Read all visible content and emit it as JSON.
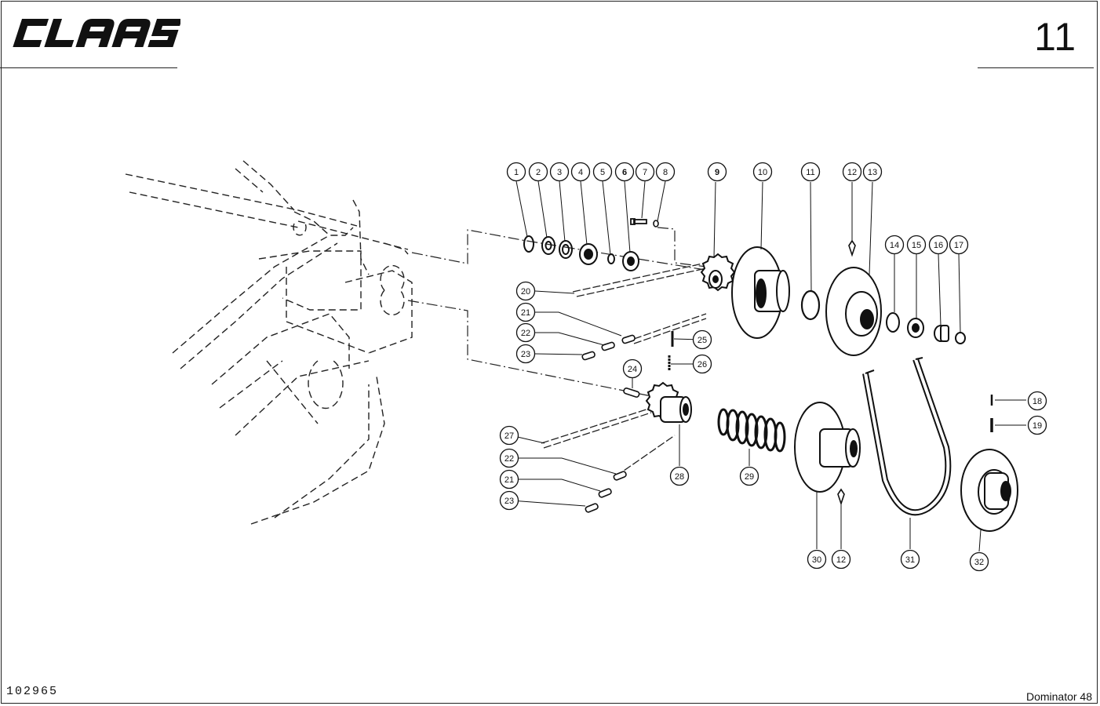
{
  "header": {
    "brand": "CLAAS",
    "page_number": "11"
  },
  "footer": {
    "drawing_number": "102965",
    "model": "Dominator 48"
  },
  "callouts": {
    "c1": "1",
    "c2": "2",
    "c3": "3",
    "c4": "4",
    "c5": "5",
    "c6": "6",
    "c7": "7",
    "c8": "8",
    "c9": "9",
    "c10": "10",
    "c11": "11",
    "c12a": "12",
    "c13": "13",
    "c14": "14",
    "c15": "15",
    "c16": "16",
    "c17": "17",
    "c18": "18",
    "c19": "19",
    "c20": "20",
    "c21a": "21",
    "c22a": "22",
    "c23a": "23",
    "c24": "24",
    "c25": "25",
    "c26": "26",
    "c27": "27",
    "c28": "28",
    "c29": "29",
    "c30": "30",
    "c12b": "12",
    "c31": "31",
    "c32": "32",
    "c22b": "22",
    "c21b": "21",
    "c23b": "23"
  }
}
